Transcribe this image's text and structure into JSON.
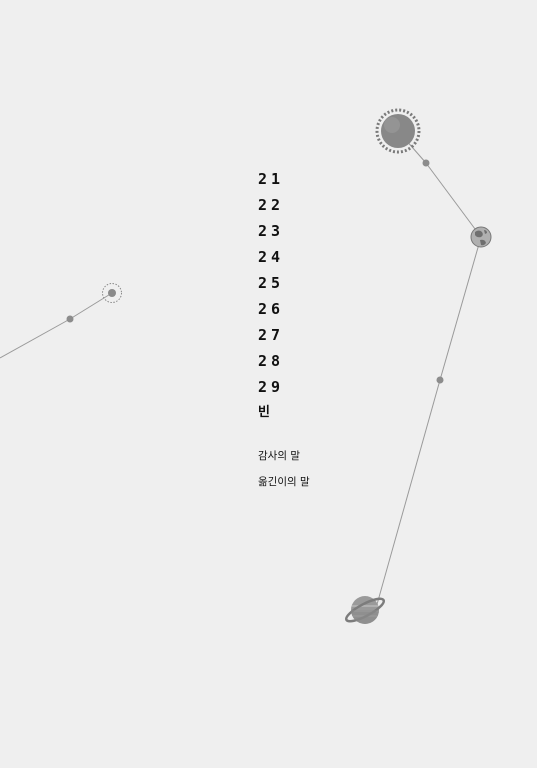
{
  "contents": {
    "chapters": [
      "21",
      "22",
      "23",
      "24",
      "25",
      "26",
      "27",
      "28",
      "29"
    ],
    "end_mark": "빈"
  },
  "afterword": {
    "items": [
      "감사의 말",
      "옮긴이의 말"
    ]
  },
  "icons": {
    "left_chain": "sun-icon",
    "top_right": "sun-icon",
    "middle_right": "earth-icon",
    "bottom_right": "saturn-icon"
  },
  "colors": {
    "background": "#efefef",
    "line": "#9a9a9a",
    "text": "#111111"
  }
}
